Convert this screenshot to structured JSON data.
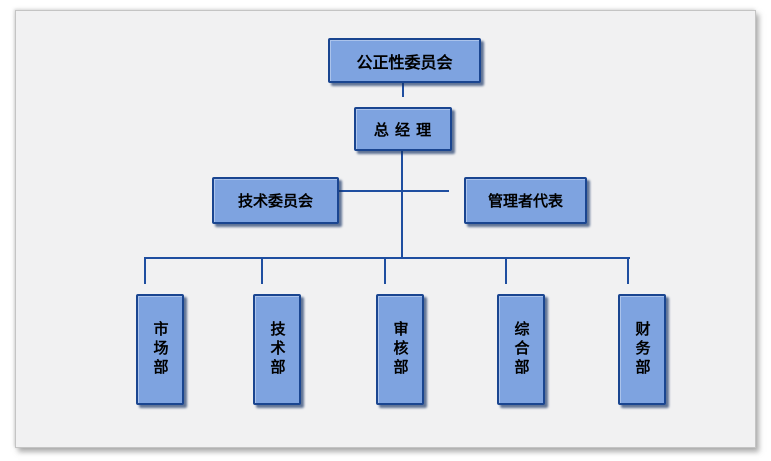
{
  "diagram": {
    "type": "org-chart",
    "nodes": {
      "root": "公正性委员会",
      "general_manager": "总 经 理",
      "technical_committee": "技术委员会",
      "management_representative": "管理者代表",
      "departments": [
        "市场部",
        "技术部",
        "审核部",
        "综合部",
        "财务部"
      ]
    },
    "colors": {
      "box_fill": "#7ea3e0",
      "box_border": "#1a4590",
      "connector": "#1f4ea0",
      "box_shadow": "#123064",
      "page_background": "#f1f1f2",
      "text": "#000000"
    }
  }
}
